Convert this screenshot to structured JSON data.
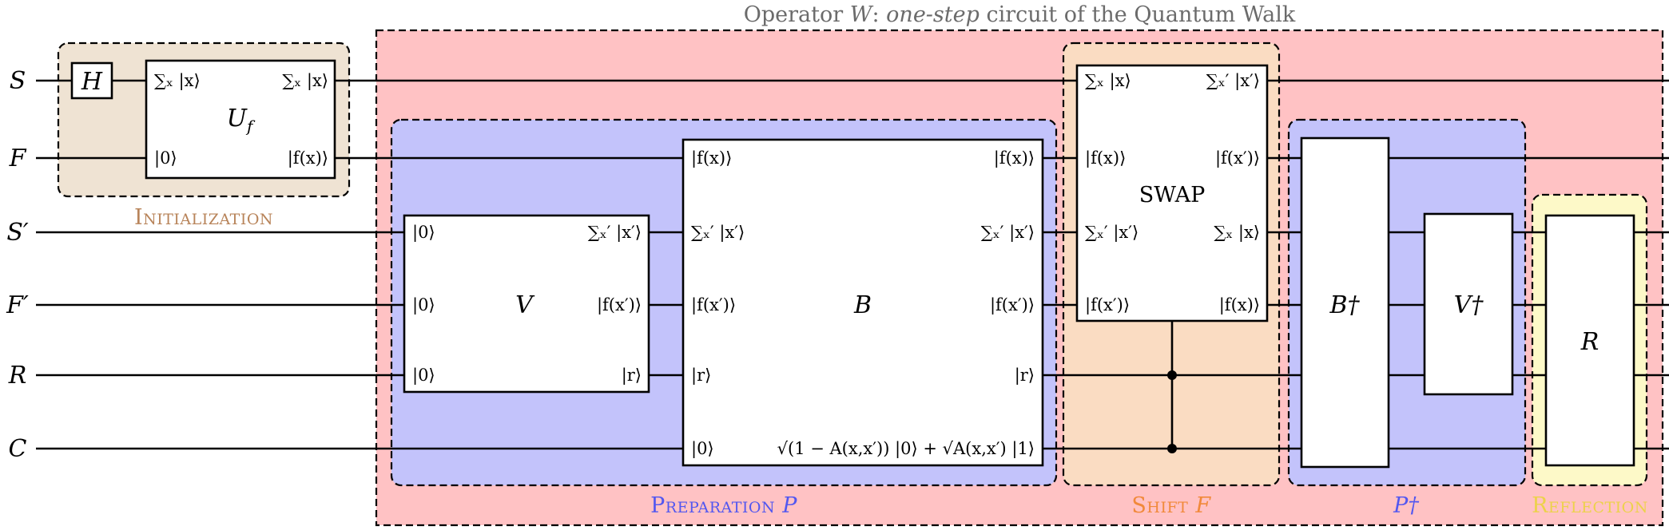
{
  "title": {
    "prefix": "Operator ",
    "op": "W",
    "colon": ": ",
    "em": "one-step",
    "rest": " circuit of the Quantum Walk"
  },
  "wires": [
    "S",
    "F",
    "S′",
    "F′",
    "R",
    "C"
  ],
  "sections": {
    "initialization": "Initialization",
    "preparation": {
      "text": "Preparation ",
      "sym": "P"
    },
    "shift": {
      "text": "Shift ",
      "sym": "F"
    },
    "pdagger": "P†",
    "reflection": "Reflection"
  },
  "gates": {
    "h": "H",
    "uf": {
      "name": "U",
      "sub": "f",
      "in_s": "∑ₓ |x⟩",
      "out_s": "∑ₓ |x⟩",
      "in_f": "|0⟩",
      "out_f": "|f(x)⟩"
    },
    "v": {
      "name": "V",
      "in1": "|0⟩",
      "in2": "|0⟩",
      "in3": "|0⟩",
      "out1": "∑ₓ′ |x′⟩",
      "out2": "|f(x′)⟩",
      "out3": "|r⟩"
    },
    "b": {
      "name": "B",
      "in1": "|f(x)⟩",
      "in2": "∑ₓ′ |x′⟩",
      "in3": "|f(x′)⟩",
      "in4": "|r⟩",
      "in5": "|0⟩",
      "out1": "|f(x)⟩",
      "out2": "∑ₓ′ |x′⟩",
      "out3": "|f(x′)⟩",
      "out4": "|r⟩",
      "out5": "√(1 − A(x,x′)) |0⟩ + √A(x,x′) |1⟩"
    },
    "swap": {
      "name": "SWAP",
      "in1": "∑ₓ |x⟩",
      "in2": "|f(x)⟩",
      "in3": "∑ₓ′ |x′⟩",
      "in4": "|f(x′)⟩",
      "out1": "∑ₓ′ |x′⟩",
      "out2": "|f(x′)⟩",
      "out3": "∑ₓ |x⟩",
      "out4": "|f(x)⟩"
    },
    "bdag": "B†",
    "vdag": "V†",
    "r": "R"
  },
  "colors": {
    "operator_bg": "#ffc2c4",
    "initialization_bg": "#efe3d3",
    "initialization_text": "#b8845a",
    "preparation_bg": "#c3c3fb",
    "preparation_text": "#5257f0",
    "shift_bg": "#fadcc2",
    "shift_text": "#f1893a",
    "reflection_bg": "#fdf9c8",
    "reflection_text": "#ecd24a"
  }
}
